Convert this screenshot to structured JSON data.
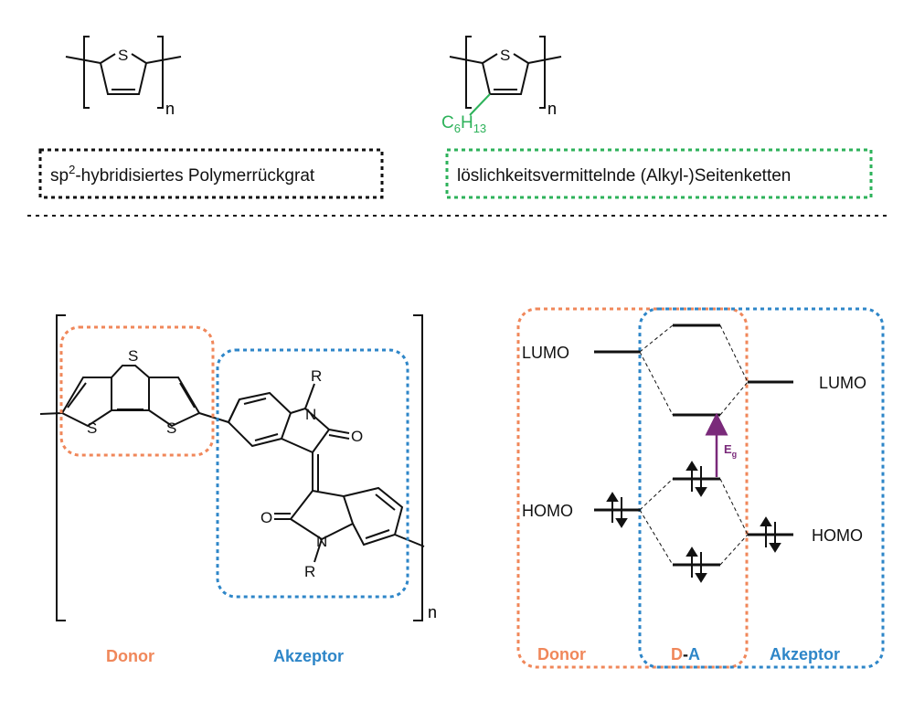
{
  "top": {
    "sulfur": "S",
    "subscript_n": "n",
    "chain_c": "C",
    "chain_c_sub": "6",
    "chain_h": "H",
    "chain_h_sub": "13",
    "backbone_prefix": "sp",
    "backbone_sup": "2",
    "backbone_suffix": "-hybridisiertes Polymerrückgrat",
    "sidechain_label": "löslichkeitsvermittelnde (Alkyl-)Seitenketten"
  },
  "molecule": {
    "sulfur": "S",
    "oxygen": "O",
    "nitrogen": "N",
    "rgroup": "R",
    "subscript_n": "n",
    "donor_label": "Donor",
    "acceptor_label": "Akzeptor"
  },
  "energy": {
    "lumo_left": "LUMO",
    "homo_left": "HOMO",
    "lumo_right": "LUMO",
    "homo_right": "HOMO",
    "gap_main": "E",
    "gap_sub": "g",
    "donor_label": "Donor",
    "da_d": "D",
    "da_dash": "-",
    "da_a": "A",
    "acceptor_label": "Akzeptor"
  },
  "colors": {
    "donor": "#f0875a",
    "acceptor": "#2e86c8",
    "sidechain": "#2db25a",
    "backbone": "#111111",
    "gap_arrow": "#7a2a7a"
  }
}
